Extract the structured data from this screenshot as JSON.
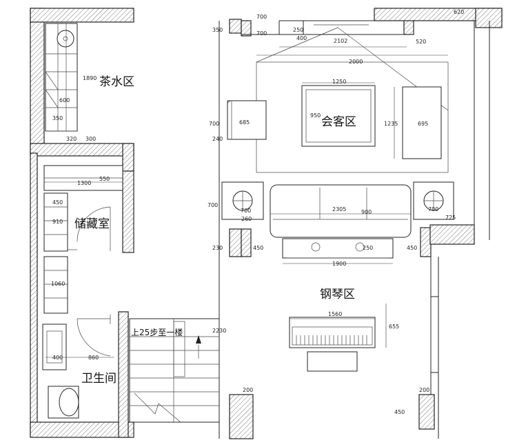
{
  "rooms": {
    "tea": "茶水区",
    "meeting": "会客区",
    "storage": "储藏室",
    "piano": "钢琴区",
    "bathroom": "卫生间"
  },
  "stair_note": "上25步至一楼",
  "dims": {
    "top_700a": "700",
    "top_700b": "700",
    "top_2102": "2102",
    "top_620": "620",
    "top_2000": "2000",
    "left_350": "350",
    "tv_250": "250",
    "tv_400": "400",
    "side_520": "520",
    "table_1250": "1250",
    "table_950": "950",
    "chair_685": "685",
    "chair_695": "695",
    "left_700": "700",
    "left_240": "240",
    "right_1235": "1235",
    "sofa_2305": "2305",
    "sofa_900": "900",
    "left_700b": "700",
    "end_700a": "700",
    "end_700b": "700",
    "end_260": "260",
    "end_725": "725",
    "ottoman_1900": "1900",
    "ottoman_250": "250",
    "left_450": "450",
    "right_450": "450",
    "left_230": "230",
    "piano_1560": "1560",
    "piano_655": "655",
    "stair_2230": "2230",
    "left_200": "200",
    "right_200": "200",
    "right_450b": "450",
    "tea_1890": "1890",
    "tea_600": "600",
    "tea_350": "350",
    "tea_320": "320",
    "tea_300": "300",
    "sto_1300": "1300",
    "sto_550": "550",
    "sto_450": "450",
    "sto_910": "910",
    "sto_1060": "1060",
    "bath_400": "400",
    "bath_860": "860"
  }
}
